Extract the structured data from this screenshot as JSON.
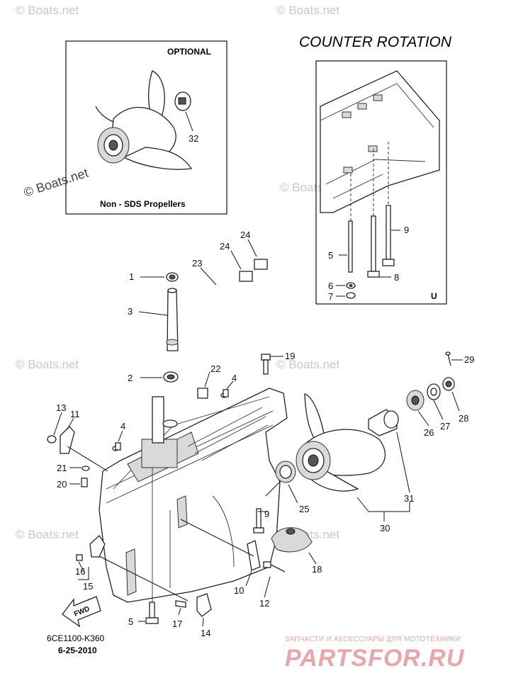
{
  "optional_box": {
    "title": "OPTIONAL",
    "caption": "Non - SDS Propellers"
  },
  "counter_rotation": {
    "title": "COUNTER  ROTATION",
    "corner_letter": "U"
  },
  "watermark": "© Boats.net",
  "fwd_label": "FWD",
  "diagram_code": "6CE1100-K360",
  "diagram_date": "6-25-2010",
  "promo": {
    "line1": "ЗАПЧАСТИ И АКСЕССУАРЫ ДЛЯ МОТОТЕХНИКИ",
    "logo": "PARTSFOR.RU",
    "logo_color": "#e8a0a4"
  },
  "callouts": {
    "c1": "1",
    "c2": "2",
    "c3": "3",
    "c4a": "4",
    "c4b": "4",
    "c5": "5",
    "c9": "9",
    "c10": "10",
    "c11": "11",
    "c12": "12",
    "c13": "13",
    "c14": "14",
    "c15": "15",
    "c16": "16",
    "c17": "17",
    "c18": "18",
    "c19": "19",
    "c20": "20",
    "c21": "21",
    "c22": "22",
    "c23": "23",
    "c24a": "24",
    "c24b": "24",
    "c25": "25",
    "c26": "26",
    "c27": "27",
    "c28": "28",
    "c29": "29",
    "c30": "30",
    "c31": "31",
    "c32": "32",
    "cr5": "5",
    "cr6": "6",
    "cr7": "7",
    "cr8": "8",
    "cr9": "9"
  }
}
